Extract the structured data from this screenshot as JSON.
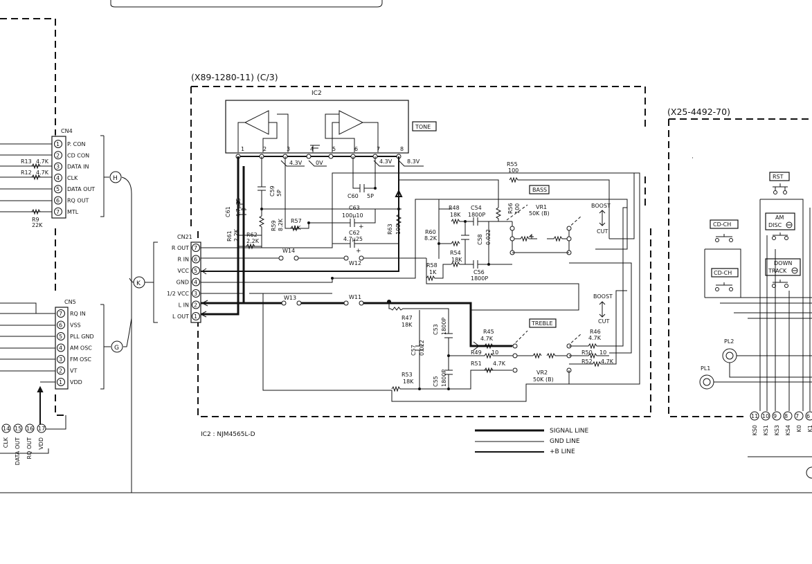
{
  "board_main": {
    "label": "(X89-1280-11) (C/3)"
  },
  "board_right": {
    "label": "(X25-4492-70)"
  },
  "ic2": {
    "name": "IC2",
    "pins": [
      "1",
      "2",
      "3",
      "4",
      "5",
      "6",
      "7",
      "8"
    ],
    "tone_label": "TONE",
    "voltages": [
      "4.3V",
      "0V",
      "4.3V",
      "8.3V"
    ],
    "note": "IC2   :  NJM4565L-D"
  },
  "cn4": {
    "name": "CN4",
    "pins": [
      {
        "num": "1",
        "label": "P. CON"
      },
      {
        "num": "2",
        "label": "CD CON"
      },
      {
        "num": "3",
        "label": "DATA IN"
      },
      {
        "num": "4",
        "label": "CLK"
      },
      {
        "num": "5",
        "label": "DATA OUT"
      },
      {
        "num": "6",
        "label": "RQ OUT"
      },
      {
        "num": "7",
        "label": "MTL"
      }
    ],
    "connector": "H"
  },
  "cn5": {
    "name": "CN5",
    "pins": [
      {
        "num": "7",
        "label": "RQ IN"
      },
      {
        "num": "6",
        "label": "VSS"
      },
      {
        "num": "5",
        "label": "PLL GND"
      },
      {
        "num": "4",
        "label": "AM OSC"
      },
      {
        "num": "3",
        "label": "FM OSC"
      },
      {
        "num": "2",
        "label": "VT"
      },
      {
        "num": "1",
        "label": "VDD"
      }
    ],
    "connector": "G"
  },
  "cn21": {
    "name": "CN21",
    "pins": [
      {
        "num": "7",
        "label": "R OUT"
      },
      {
        "num": "6",
        "label": "R IN"
      },
      {
        "num": "5",
        "label": "VCC"
      },
      {
        "num": "4",
        "label": "GND"
      },
      {
        "num": "3",
        "label": "1/2 VCC"
      },
      {
        "num": "2",
        "label": "L IN"
      },
      {
        "num": "1",
        "label": "L OUT"
      }
    ],
    "connector": "K"
  },
  "left_resistors": [
    {
      "name": "R13",
      "value": "4.7K"
    },
    {
      "name": "R12",
      "value": "4.7K"
    },
    {
      "name": "R9",
      "value": "22K"
    }
  ],
  "bottom_pins": {
    "numbers": [
      "14",
      "15",
      "16",
      "17"
    ],
    "labels": [
      "CLK",
      "DATA OUT",
      "RQ OUT",
      "VDD"
    ]
  },
  "components": {
    "c59": {
      "name": "C59",
      "value": "5P"
    },
    "c61": {
      "name": "C61",
      "value": "4.7µ25"
    },
    "r59": {
      "name": "R59",
      "value": "8.2K"
    },
    "r57": {
      "name": "R57",
      "value": "1K"
    },
    "r61": {
      "name": "R61",
      "value": "2.2K"
    },
    "r62": {
      "name": "R62",
      "value": "2.2K"
    },
    "c60": {
      "name": "C60",
      "value": "5P"
    },
    "c63": {
      "name": "C63",
      "value": "100µ10"
    },
    "c62": {
      "name": "C62",
      "value": "4.7µ25"
    },
    "r63": {
      "name": "R63",
      "value": "100"
    },
    "w14": {
      "name": "W14"
    },
    "w12": {
      "name": "W12"
    },
    "w13": {
      "name": "W13"
    },
    "w11": {
      "name": "W11"
    },
    "r55": {
      "name": "R55",
      "value": "100"
    },
    "r48": {
      "name": "R48",
      "value": "18K"
    },
    "c54": {
      "name": "C54",
      "value": "1800P"
    },
    "r56": {
      "name": "R56",
      "value": "100"
    },
    "r60": {
      "name": "R60",
      "value": "8.2K"
    },
    "c58": {
      "name": "C58",
      "value": "0.022"
    },
    "r54": {
      "name": "R54",
      "value": "18K"
    },
    "r58": {
      "name": "R58",
      "value": "1K"
    },
    "c56": {
      "name": "C56",
      "value": "1800P"
    },
    "vr1": {
      "name": "VR1",
      "value": "50K (B)"
    },
    "r47": {
      "name": "R47",
      "value": "18K"
    },
    "c53": {
      "name": "C53",
      "value": "1800P"
    },
    "c57": {
      "name": "C57",
      "value": "0.022"
    },
    "c55": {
      "name": "C55",
      "value": "1800P"
    },
    "r53": {
      "name": "R53",
      "value": "18K"
    },
    "r45": {
      "name": "R45",
      "value": "4.7K"
    },
    "r49": {
      "name": "R49",
      "value": "10"
    },
    "r51": {
      "name": "R51",
      "value": "4.7K"
    },
    "vr2": {
      "name": "VR2",
      "value": "50K (B)"
    },
    "r46": {
      "name": "R46",
      "value": "4.7K"
    },
    "r50": {
      "name": "R50",
      "value": "10"
    },
    "r52": {
      "name": "R52",
      "value": "4.7K"
    }
  },
  "labels": {
    "bass": "BASS",
    "treble": "TREBLE",
    "boost": "BOOST",
    "cut": "CUT"
  },
  "legend": {
    "signal": "SIGNAL LINE",
    "gnd": "GND LINE",
    "b": "+B LINE"
  },
  "right_panel": {
    "rst": "RST",
    "am_disc": [
      "AM",
      "DISC"
    ],
    "cd_ch_1": "CD-CH",
    "cd_ch_2": "CD-CH",
    "down_track": [
      "DOWN",
      "TRACK"
    ],
    "pl1": "PL1",
    "pl2": "PL2",
    "pin_numbers": [
      "11",
      "10",
      "9",
      "8",
      "7",
      "6"
    ],
    "pin_labels": [
      "KS0",
      "KS1",
      "KS3",
      "KS4",
      "K0",
      "K1"
    ]
  }
}
